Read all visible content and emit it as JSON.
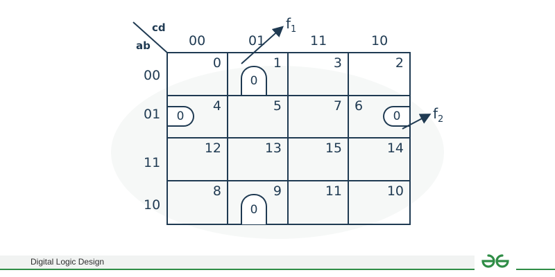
{
  "kmap": {
    "row_variable": "ab",
    "col_variable": "cd",
    "col_headers": [
      "00",
      "01",
      "11",
      "10"
    ],
    "row_headers": [
      "00",
      "01",
      "11",
      "10"
    ],
    "cells": [
      [
        "0",
        "1",
        "3",
        "2"
      ],
      [
        "4",
        "5",
        "7",
        "6"
      ],
      [
        "12",
        "13",
        "15",
        "14"
      ],
      [
        "8",
        "9",
        "11",
        "10"
      ]
    ],
    "zero_marks": [
      "0",
      "0",
      "0",
      "0"
    ],
    "functions": [
      "f",
      "f"
    ],
    "function_subscripts": [
      "1",
      "2"
    ]
  },
  "footer": {
    "topic": "Digital Logic Design",
    "brand_color": "#2f8d46"
  },
  "colors": {
    "ink": "#1f3a52"
  }
}
